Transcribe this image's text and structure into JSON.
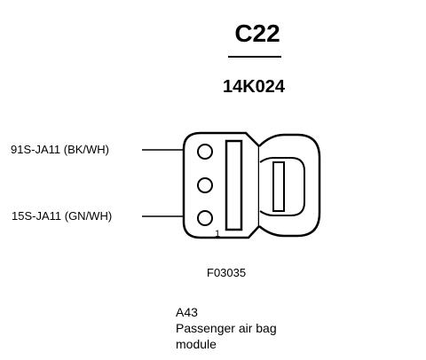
{
  "connector": {
    "id": "C22",
    "part_number": "14K024",
    "pin_number_label": "1"
  },
  "wires": [
    {
      "label": "91S-JA11 (BK/WH)"
    },
    {
      "label": "15S-JA11 (GN/WH)"
    }
  ],
  "figure_code": "F03035",
  "component": {
    "code": "A43",
    "name_line1": "Passenger air bag",
    "name_line2": "module"
  }
}
